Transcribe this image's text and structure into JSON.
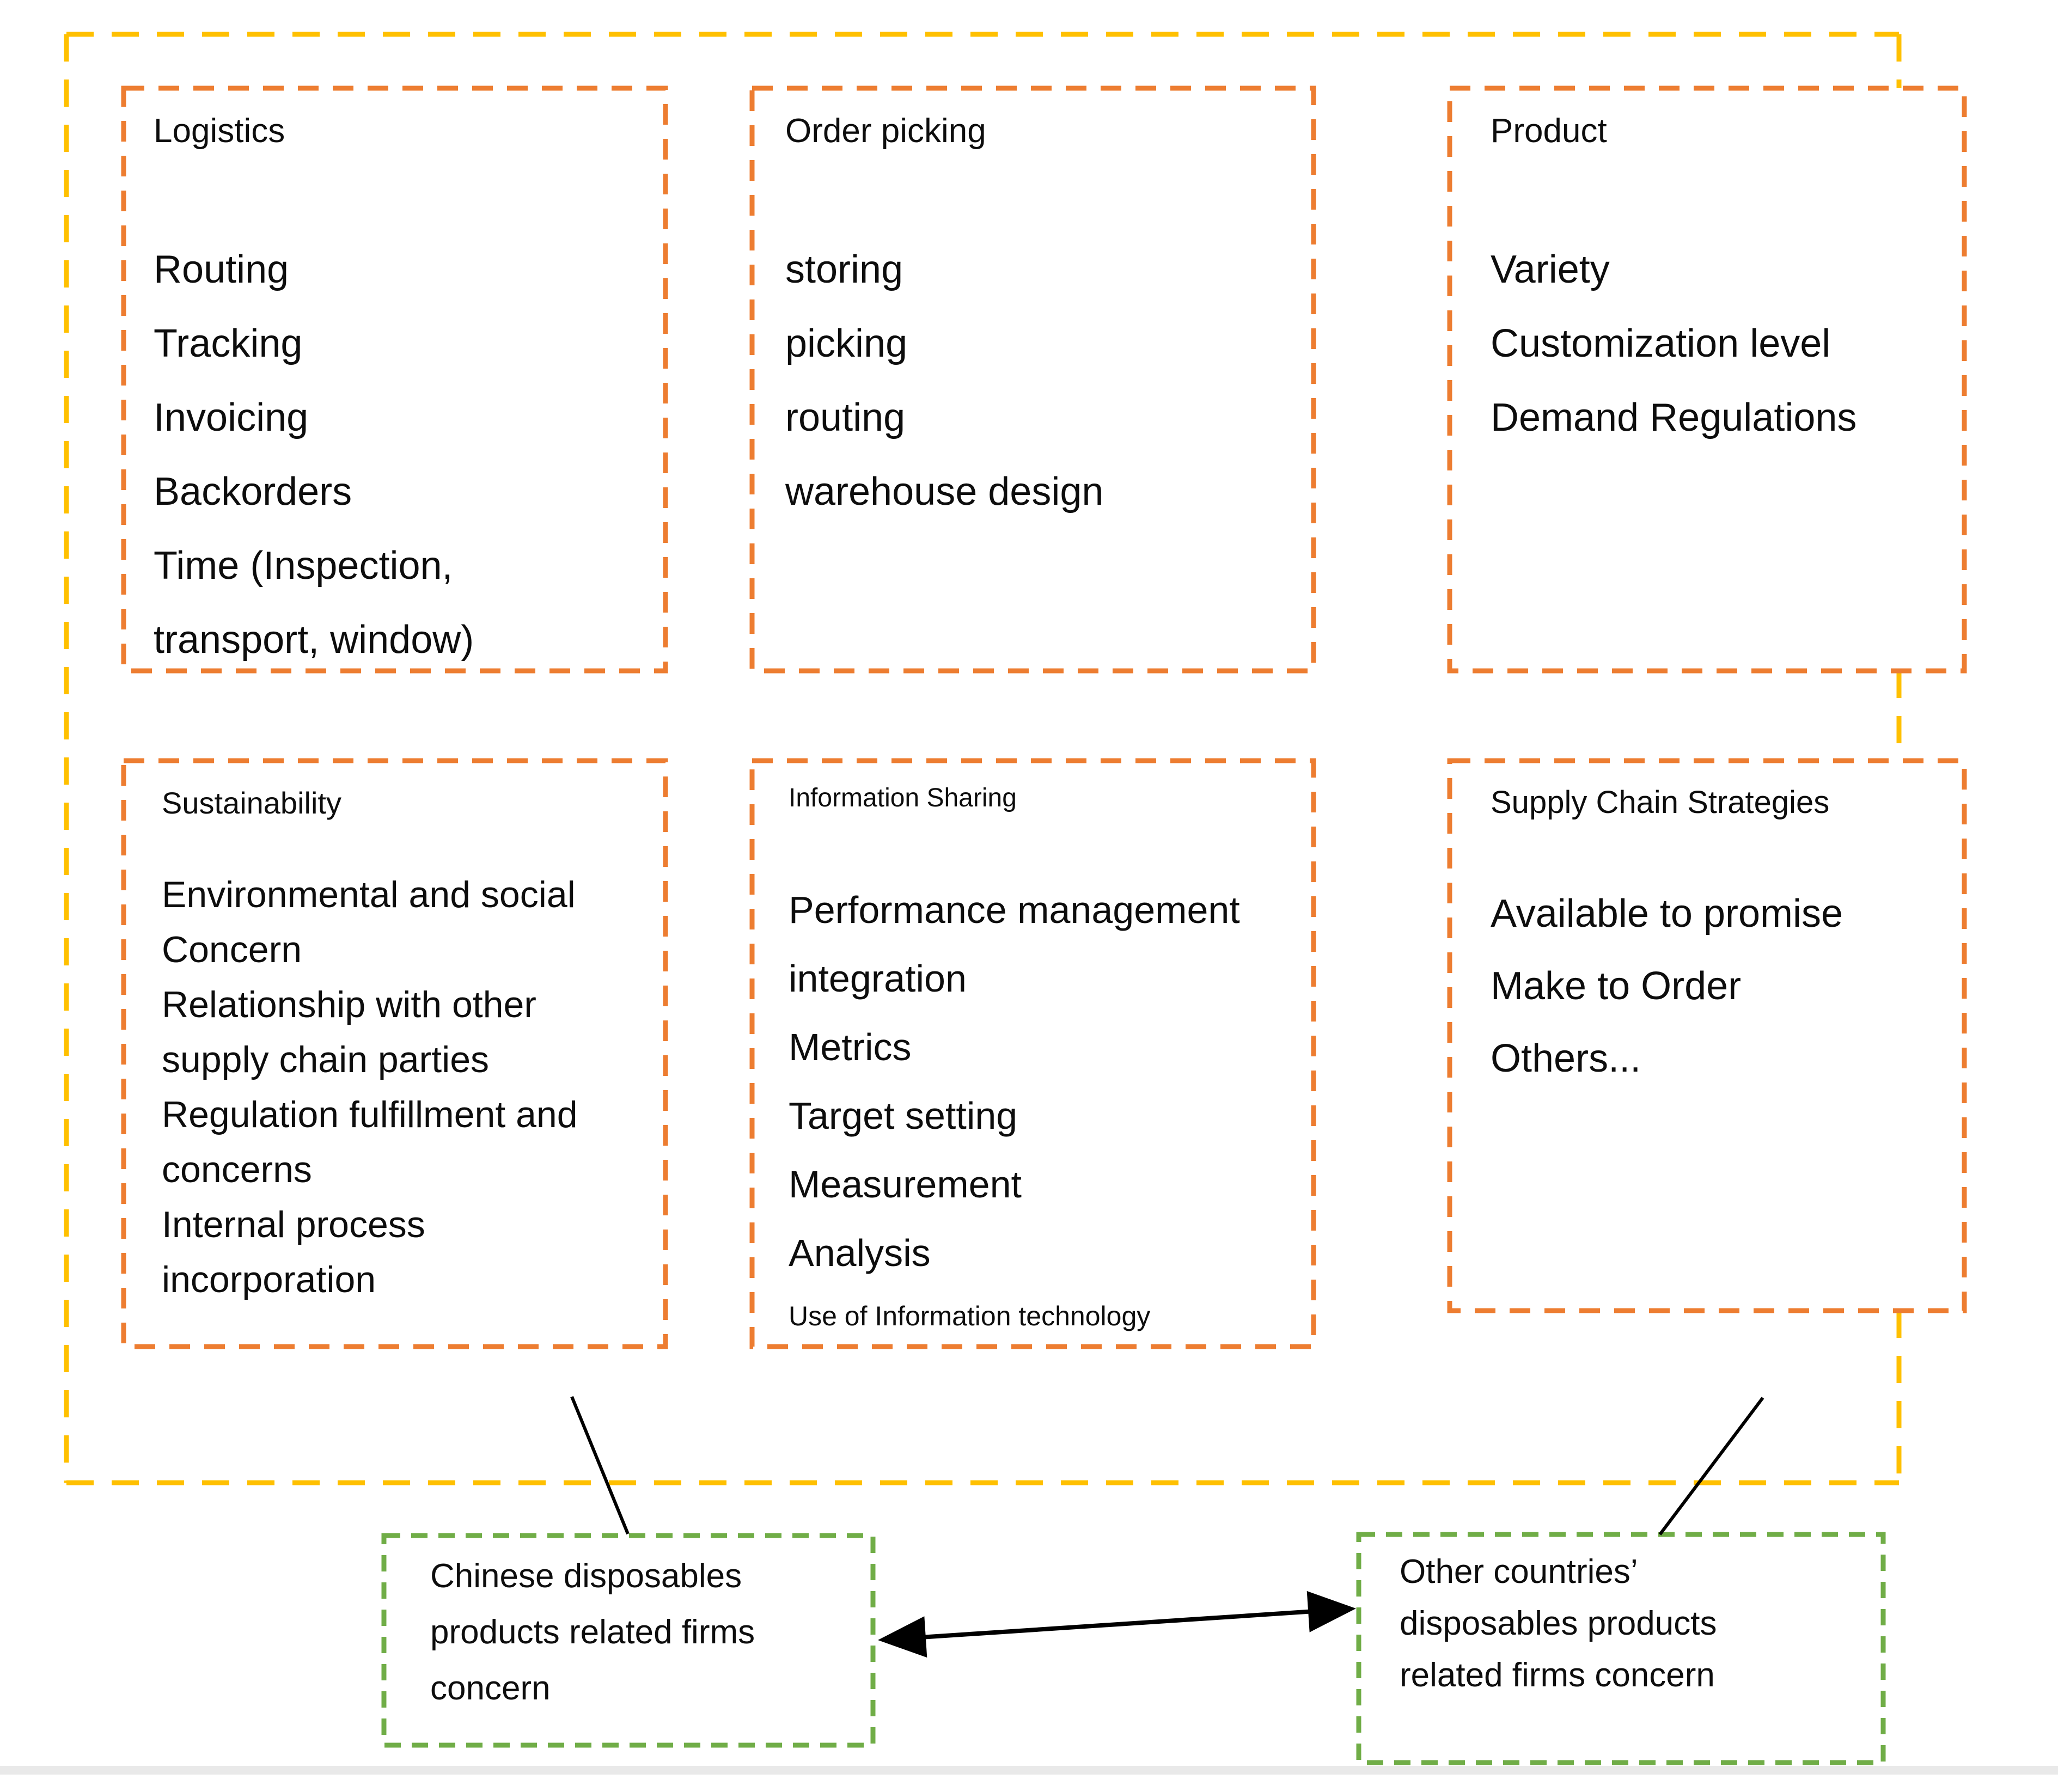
{
  "colors": {
    "outer_border": "#FFC000",
    "topic_border": "#ED7D31",
    "entity_border": "#70AD47",
    "connector": "#000000",
    "footer_strip": "#e9e9e9",
    "text": "#0d0d0d"
  },
  "boxes": [
    {
      "id": "logistics",
      "title": "Logistics",
      "lines": [
        "Routing",
        "Tracking",
        "Invoicing",
        "Backorders",
        "Time (Inspection,",
        "transport, window)"
      ]
    },
    {
      "id": "order-picking",
      "title": "Order picking",
      "lines": [
        "storing",
        "picking",
        "routing",
        "warehouse design"
      ]
    },
    {
      "id": "product",
      "title": "Product",
      "lines": [
        "Variety",
        "Customization level",
        "Demand Regulations"
      ]
    },
    {
      "id": "sustainability",
      "title": "Sustainability",
      "lines": [
        "Environmental and social",
        "Concern",
        "Relationship with other",
        "supply chain parties",
        "Regulation fulfillment and",
        "concerns",
        "Internal process",
        "incorporation"
      ]
    },
    {
      "id": "information-sharing",
      "title": "Information Sharing",
      "lines": [
        "Performance management",
        "integration",
        "Metrics",
        "Target setting",
        "Measurement",
        "Analysis"
      ],
      "footnote": "Use of Information technology"
    },
    {
      "id": "supply-chain-strategies",
      "title": "Supply Chain Strategies",
      "lines": [
        "Available to promise",
        "Make to Order",
        "Others..."
      ]
    }
  ],
  "entities": [
    {
      "id": "chinese-firms",
      "lines": [
        "Chinese disposables",
        "products related firms",
        "concern"
      ]
    },
    {
      "id": "other-countries-firms",
      "lines": [
        "Other countries’",
        "disposables products",
        "related firms concern"
      ]
    }
  ]
}
